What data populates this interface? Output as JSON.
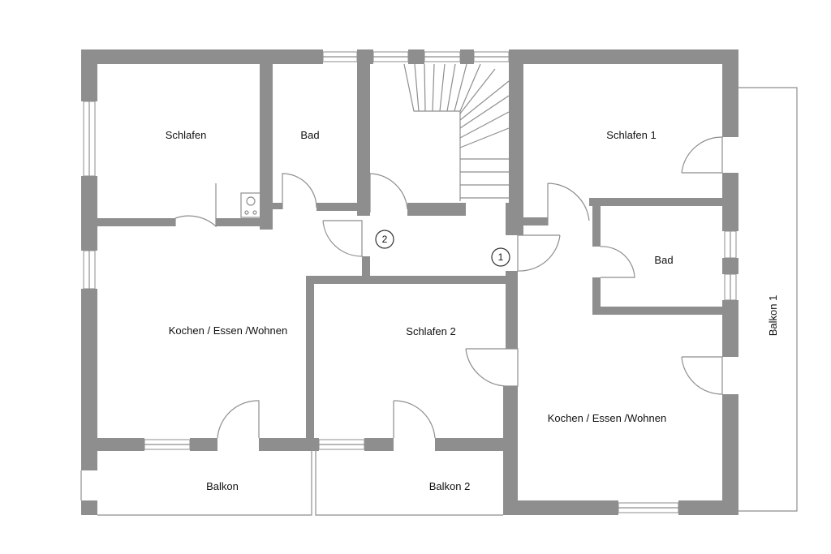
{
  "colors": {
    "wall": "#8e8e8e",
    "background": "#ffffff",
    "text": "#111111"
  },
  "rooms": {
    "schlafen": "Schlafen",
    "bad_left": "Bad",
    "schlafen_1": "Schlafen 1",
    "bad_right": "Bad",
    "kochen_left": "Kochen / Essen /Wohnen",
    "schlafen_2": "Schlafen 2",
    "kochen_right": "Kochen / Essen /Wohnen",
    "balkon": "Balkon",
    "balkon_2": "Balkon 2",
    "balkon_1": "Balkon 1"
  },
  "markers": {
    "m1": "1",
    "m2": "2"
  }
}
